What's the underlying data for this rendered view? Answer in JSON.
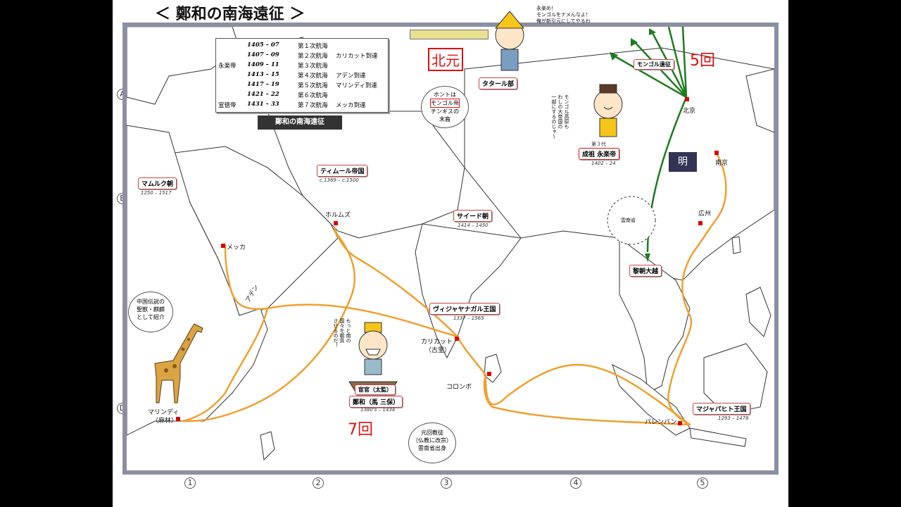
{
  "title": {
    "prefix": "＜ ",
    "main": "鄭和の南海遠征",
    "suffix": " ＞"
  },
  "map_title": "鄭和の南海遠征",
  "voyages": [
    {
      "emperor": "",
      "years": "1405 – 07",
      "voyage": "第１次航海",
      "note": ""
    },
    {
      "emperor": "",
      "years": "1407 – 09",
      "voyage": "第２次航海",
      "note": "カリカット到達"
    },
    {
      "emperor": "永楽帝",
      "years": "1409 – 11",
      "voyage": "第３次航海",
      "note": ""
    },
    {
      "emperor": "",
      "years": "1413 – 15",
      "voyage": "第４次航海",
      "note": "アデン到達"
    },
    {
      "emperor": "",
      "years": "1417 – 19",
      "voyage": "第５次航海",
      "note": "マリンディ到達"
    },
    {
      "emperor": "",
      "years": "1421 – 22",
      "voyage": "第６次航海",
      "note": ""
    },
    {
      "emperor": "宣徳帝",
      "years": "1431 – 33",
      "voyage": "第７次航海",
      "note": "メッカ到達"
    }
  ],
  "states": {
    "mamluk": {
      "name": "マムルク朝",
      "dates": "1250 – 1517"
    },
    "timur": {
      "name": "ティムール帝国",
      "dates": "c.1369 – c.1500"
    },
    "sayyid": {
      "name": "サイード朝",
      "dates": "1414 – 1450"
    },
    "vijayanagar": {
      "name": "ヴィジャヤナガル王国",
      "dates": "1337 – 1565"
    },
    "majapahit": {
      "name": "マジャパヒト王国",
      "dates": "1293 – 1478"
    },
    "tatar": {
      "name": "タタール部"
    },
    "mongol": {
      "name": "モンゴル遠征"
    },
    "le": {
      "name": "黎朝大越"
    }
  },
  "emperor": {
    "title": "第３代",
    "name": "成祖 永楽帝",
    "dates": "1402 – 24"
  },
  "admiral": {
    "title": "宦官（太監）",
    "name": "鄭和（馬 三保）",
    "dates": "1380's – 1434"
  },
  "places": {
    "hormuz": "ホルムズ",
    "mecca": "メッカ",
    "aden": "アデン",
    "calicut": "カリカット",
    "calicut_cn": "（古里）",
    "colombo": "コロンボ",
    "palembang": "パレンバン",
    "malindi": "マリンディ",
    "malindi_cn": "（麻林）",
    "beijing": "北京",
    "nanjing": "南京",
    "guangzhou": "広州",
    "yunnan": "雲南省"
  },
  "callouts": {
    "tatar_note": [
      "ホントは",
      "モンゴル帝",
      "チンギスの",
      "末裔"
    ],
    "giraffe_note": [
      "中国伝説の",
      "聖獣・麒麟",
      "として紹介"
    ],
    "zhenghe_note": [
      "元回教徒",
      "（仏教に改宗）",
      "雲南省出身"
    ]
  },
  "speech": {
    "tatar": [
      "永楽め！",
      "モンゴルをナメんなよ！",
      "俺が新引元にしてやるわ"
    ],
    "emperor": [
      "モンゴル高原も",
      "わしの大帝国の",
      "一部にするのじゃ～"
    ],
    "admiral": [
      "もっと南の",
      "国々を朝貢",
      "させるのだ！"
    ]
  },
  "ming_flag": "明",
  "annotations": {
    "northern_yuan": "北元",
    "mongol_count": "5回",
    "voyage_count": "7回"
  },
  "row_labels": [
    "A",
    "B",
    "D"
  ],
  "col_labels": [
    "1",
    "2",
    "3",
    "4",
    "5"
  ],
  "colors": {
    "route": "#f0a030",
    "mongol_route": "#1f7a1f",
    "annotation": "#e01010",
    "box_border": "#c44"
  }
}
